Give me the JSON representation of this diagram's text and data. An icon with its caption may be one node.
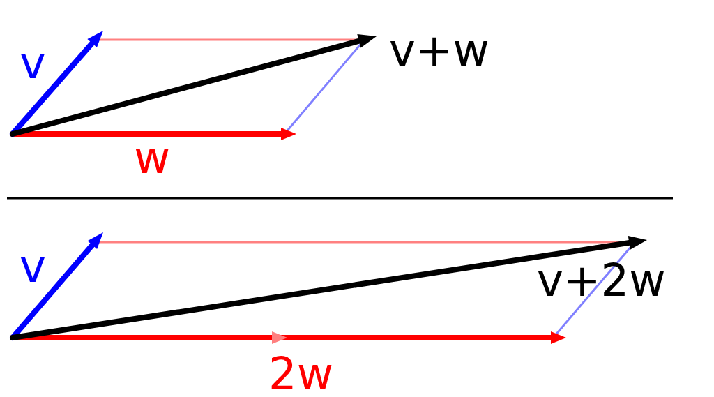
{
  "diagram": {
    "labels": [
      "v",
      "v+w",
      "w",
      "v",
      "v+2w",
      "2w"
    ]
  }
}
